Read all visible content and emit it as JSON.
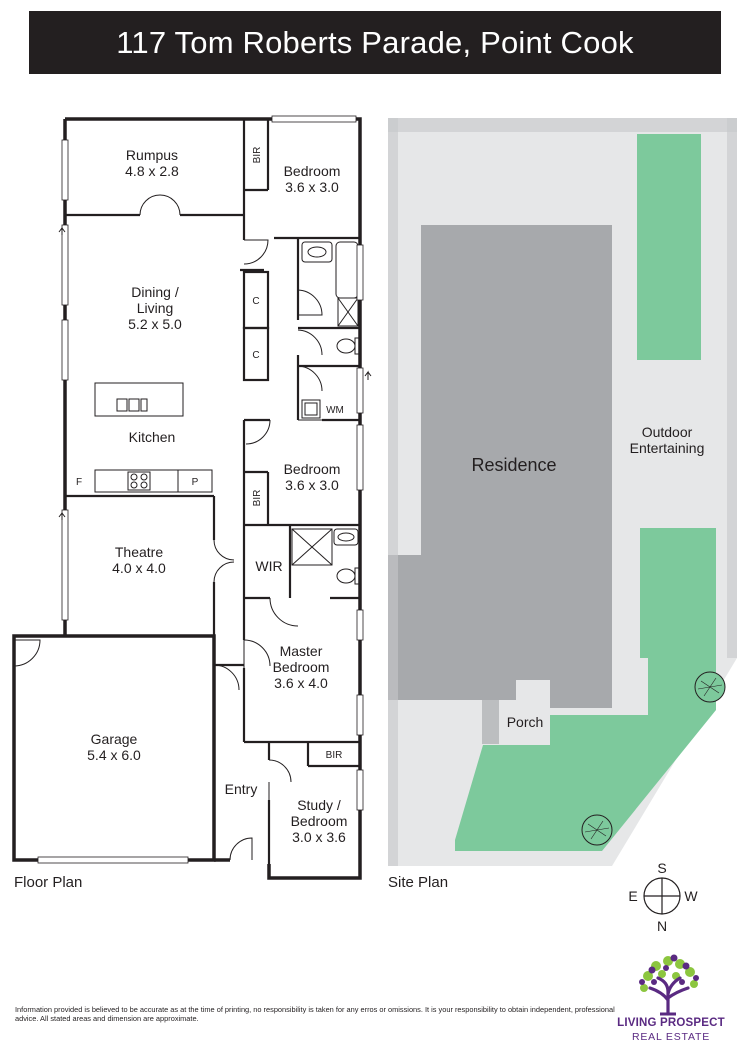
{
  "title": "117 Tom Roberts Parade, Point Cook",
  "floor_plan": {
    "section_label": "Floor Plan",
    "rooms": {
      "rumpus": {
        "name": "Rumpus",
        "dims": "4.8 x 2.8"
      },
      "bedroom_top": {
        "name": "Bedroom",
        "dims": "3.6 x 3.0"
      },
      "dining": {
        "name_line1": "Dining /",
        "name_line2": "Living",
        "dims": "5.2 x 5.0"
      },
      "kitchen": {
        "name": "Kitchen"
      },
      "bedroom_mid": {
        "name": "Bedroom",
        "dims": "3.6 x 3.0"
      },
      "theatre": {
        "name": "Theatre",
        "dims": "4.0 x 4.0"
      },
      "wir": {
        "name": "WIR"
      },
      "master": {
        "name_line1": "Master",
        "name_line2": "Bedroom",
        "dims": "3.6 x 4.0"
      },
      "garage": {
        "name": "Garage",
        "dims": "5.4 x 6.0"
      },
      "entry": {
        "name": "Entry"
      },
      "study": {
        "name_line1": "Study /",
        "name_line2": "Bedroom",
        "dims": "3.0 x 3.6"
      }
    },
    "fixtures": {
      "bir_top": "BIR",
      "bir_mid": "BIR",
      "bir_study": "BIR",
      "cupboard_1": "C",
      "cupboard_2": "C",
      "wm": "WM",
      "fridge": "F",
      "pantry": "P"
    }
  },
  "site_plan": {
    "section_label": "Site Plan",
    "residence": "Residence",
    "outdoor_line1": "Outdoor",
    "outdoor_line2": "Entertaining",
    "porch": "Porch",
    "colors": {
      "paving": "#e6e7e8",
      "building": "#a7a9ac",
      "lawn": "#7dc99c",
      "path": "#bcbec0"
    }
  },
  "compass": {
    "north": "N",
    "south": "S",
    "east": "E",
    "west": "W"
  },
  "disclaimer": "Information provided is believed to be accurate as at the time of printing, no responsibility is taken for any erros or omissions. It is your responsibility to obtain independent, professional advice. All stated areas and dimension are approximate.",
  "logo": {
    "line1": "LIVING PROSPECT",
    "line2": "REAL ESTATE",
    "colors": {
      "purple": "#5a2a82",
      "green": "#8cc63f"
    }
  }
}
